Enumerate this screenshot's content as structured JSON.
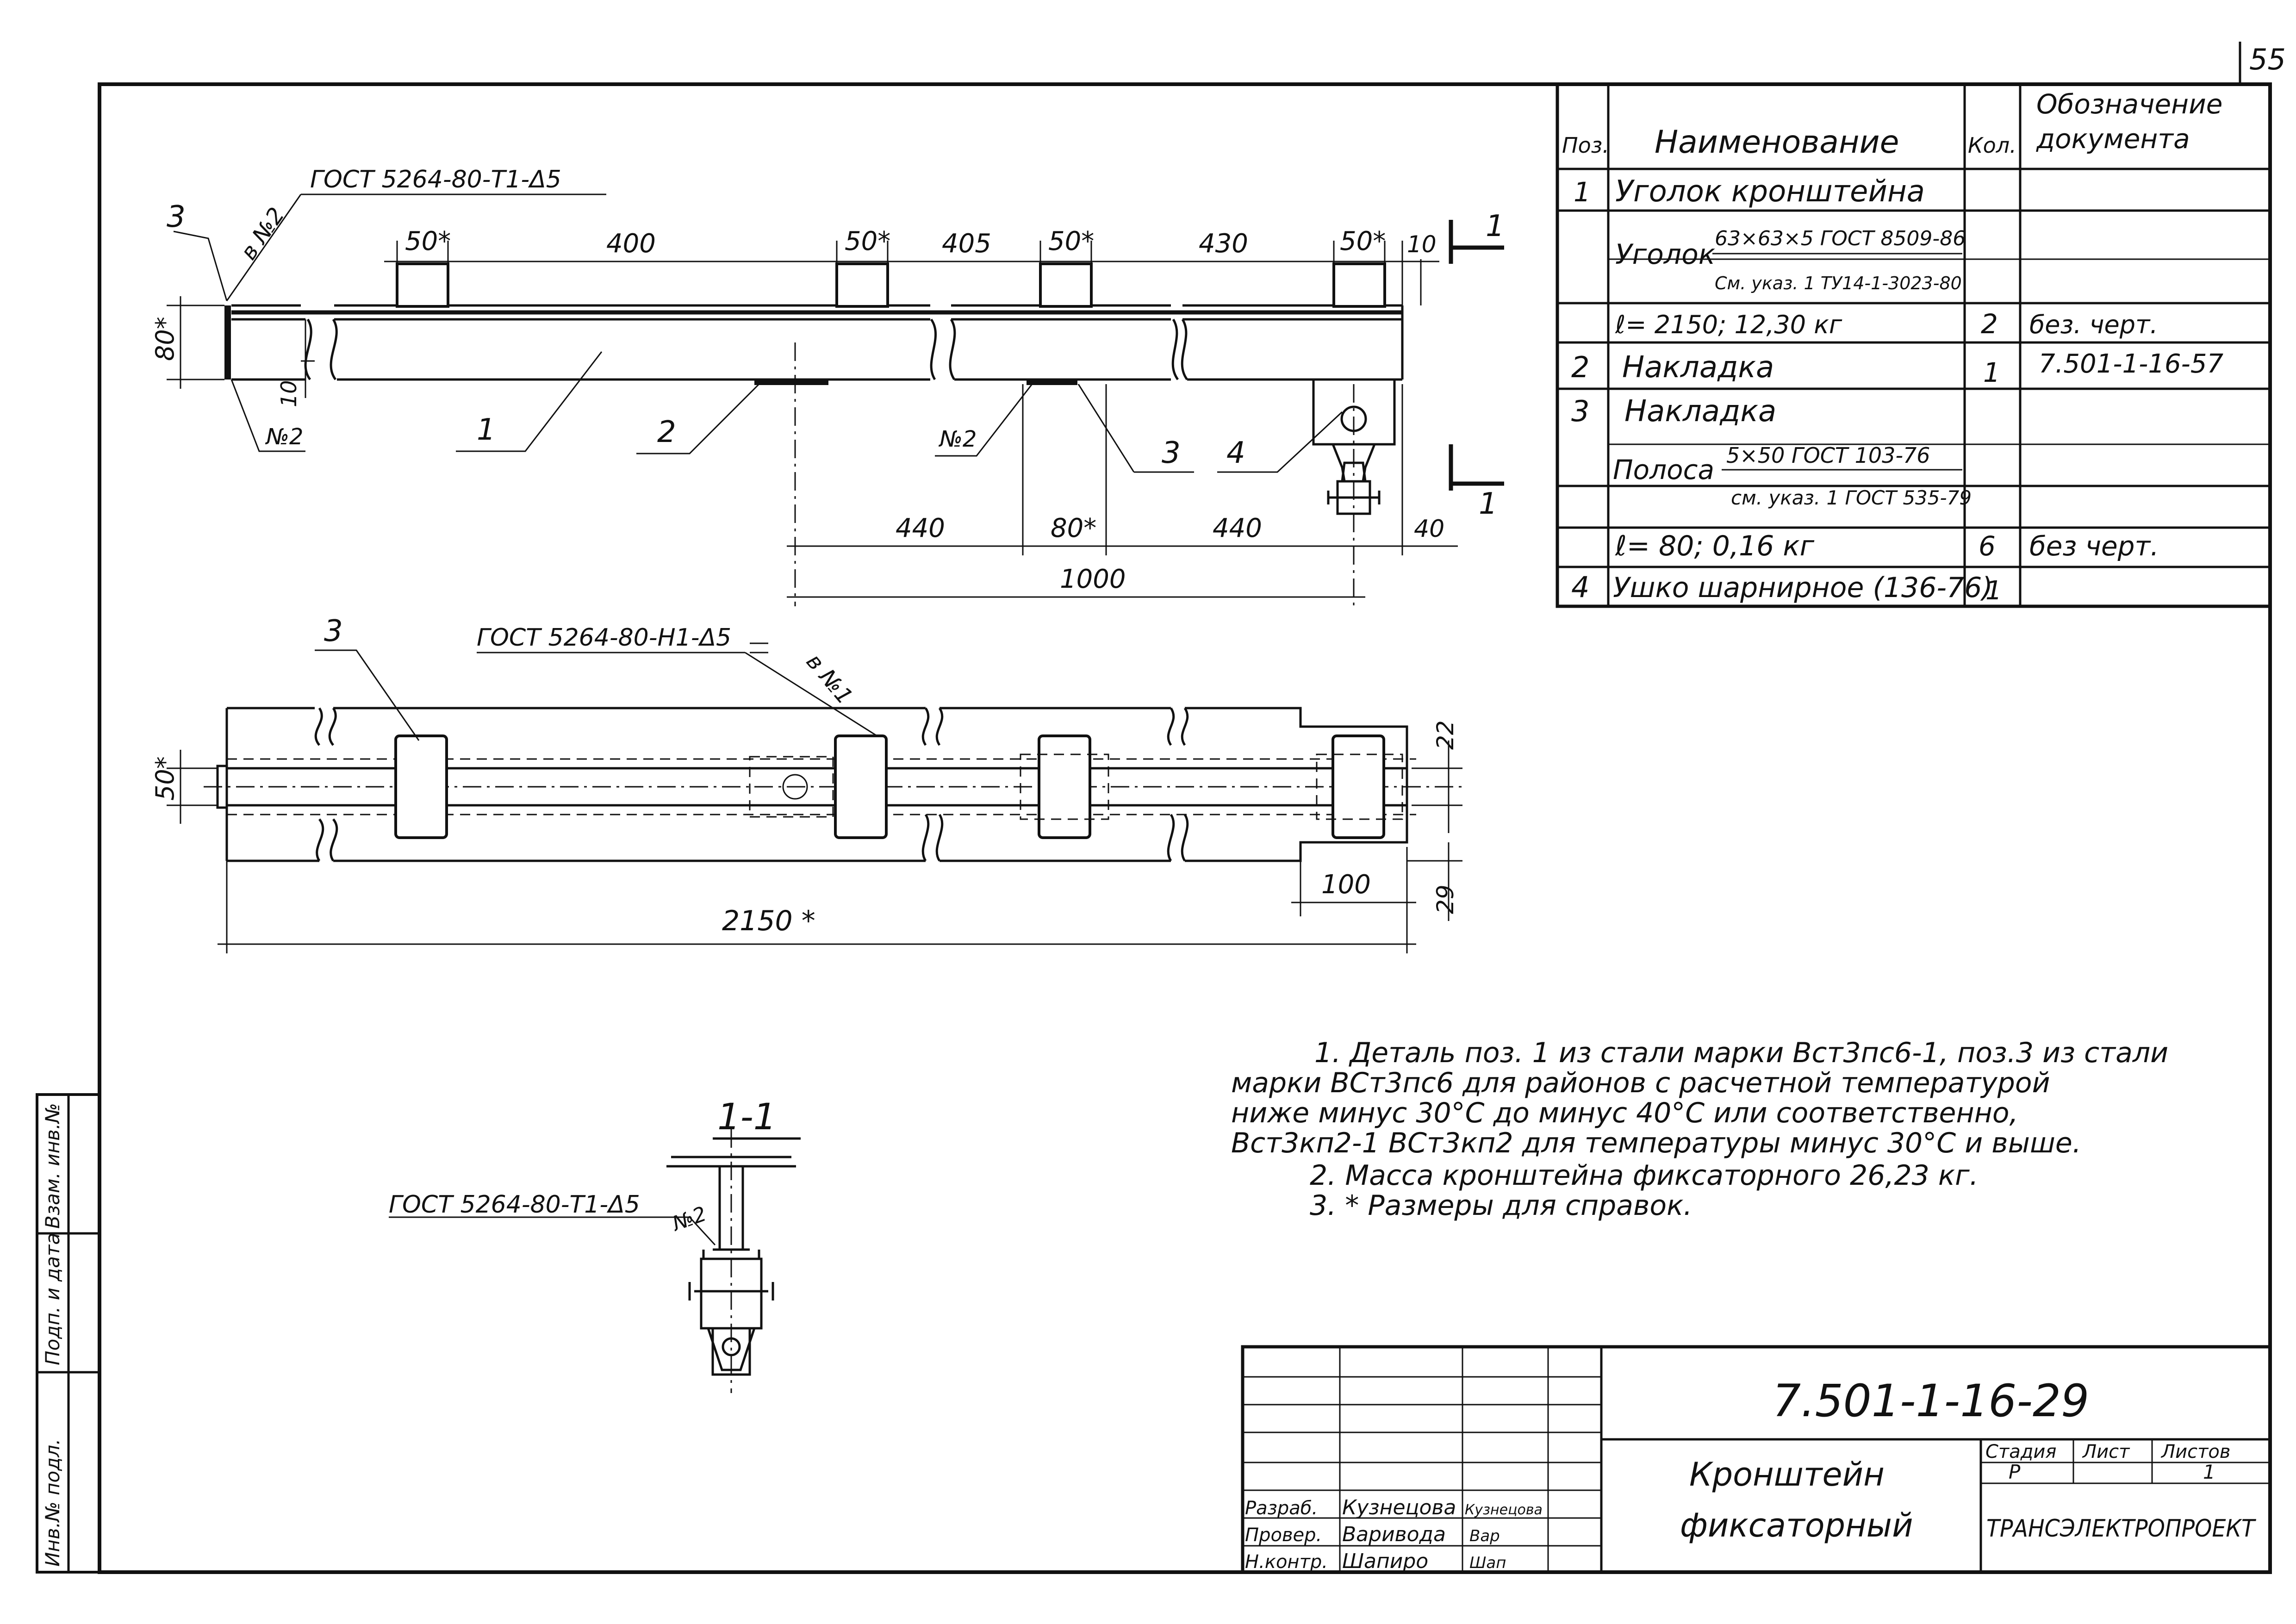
{
  "sheet": {
    "page_number": "55",
    "doc_code": "7.501-1-16-29",
    "title_line1": "Кронштейн",
    "title_line2": "фиксаторный",
    "stage_label": "Стадия",
    "sheet_label": "Лист",
    "sheets_label": "Листов",
    "stage_value": "Р",
    "sheet_value": "1",
    "organization": "ТРАНСЭЛЕКТРОПРОЕКТ",
    "signatures": [
      {
        "role": "Разраб.",
        "name": "Кузнецова",
        "sign": "Кузнецова"
      },
      {
        "role": "Провер.",
        "name": "Варивода",
        "sign": "Вар"
      },
      {
        "role": "Н.контр.",
        "name": "Шапиро",
        "sign": "Шап"
      }
    ],
    "side_stamp": [
      "Инв.№ подл.",
      "Подп. и дата",
      "Взам. инв.№"
    ]
  },
  "spec": {
    "headers": {
      "pos": "Поз.",
      "name": "Наименование",
      "qty": "Кол.",
      "doc_line1": "Обозначение",
      "doc_line2": "документа"
    },
    "rows": {
      "r1": {
        "pos": "1",
        "name": "Уголок кронштейна"
      },
      "r2": {
        "name": "Уголок",
        "num": "63×63×5 ГОСТ 8509-86",
        "den": "См. указ. 1 ТУ14-1-3023-80"
      },
      "r3": {
        "name": "ℓ= 2150; 12,30 кг",
        "qty": "2",
        "doc": "без. черт."
      },
      "r4": {
        "pos": "2",
        "name": "Накладка",
        "qty": "1",
        "doc": "7.501-1-16-57"
      },
      "r5": {
        "pos": "3",
        "name": "Накладка"
      },
      "r6": {
        "name": "Полоса",
        "num": "5×50 ГОСТ 103-76",
        "den": "см. указ. 1 ГОСТ 535-79"
      },
      "r7": {
        "name": "ℓ= 80; 0,16 кг",
        "qty": "6",
        "doc": "без черт."
      },
      "r8": {
        "pos": "4",
        "name": "Ушко шарнирное (136-76)",
        "qty": "1"
      }
    }
  },
  "drawing": {
    "weld_top": "ГОСТ 5264-80-Т1-Δ5",
    "weld_plan": "ГОСТ 5264-80-Н1-Δ5",
    "weld_section": "ГОСТ 5264-80-Т1-Δ5",
    "weld_note_1": "в №2",
    "weld_note_2": "в №1",
    "weld_note_3": "№2",
    "weld_note_4": "№2",
    "weld_note_5": "№2",
    "pos_labels": {
      "p1": "1",
      "p2": "2",
      "p3": "3",
      "p4": "4",
      "p3_top": "3",
      "p3_plan": "3"
    },
    "section_mark": "1",
    "section_title": "1-1",
    "dims": {
      "d50a": "50*",
      "d400": "400",
      "d50b": "50*",
      "d405": "405",
      "d50c": "50*",
      "d430": "430",
      "d50d": "50*",
      "d10a": "10",
      "d80": "80*",
      "d10b": "10",
      "d440a": "440",
      "d80b": "80*",
      "d440b": "440",
      "d40": "40",
      "d1000": "1000",
      "d50e": "50*",
      "d22": "22",
      "d100": "100",
      "d29": "29",
      "d2150": "2150 *"
    }
  },
  "notes": [
    "1. Деталь поз. 1 из стали марки Вст3пс6-1, поз.3 из стали",
    "марки ВСт3пс6 для районов с расчетной температурой",
    "ниже минус 30°С до минус 40°С или соответственно,",
    "Вст3кп2-1 ВСт3кп2 для температуры минус 30°С и выше.",
    "2. Масса кронштейна фиксаторного 26,23 кг.",
    "3. * Размеры для справок."
  ]
}
